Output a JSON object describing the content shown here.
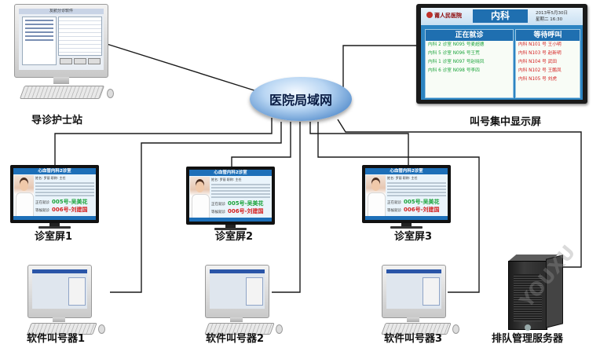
{
  "hub": {
    "label": "医院局域网"
  },
  "nurse_station": {
    "label": "导诊护士站",
    "window_title": "友航分诊软件"
  },
  "big_display": {
    "label": "叫号集中显示屏",
    "hospital": "莆人民医院",
    "department": "内科",
    "date": "2013年5月30日",
    "weekday_time": "星期二 16:30",
    "left_header": "正在就诊",
    "right_header": "等待呼叫",
    "serving": [
      "内科 2 诊室 N095 号麦超德",
      "内科 5 诊室 N096 号王荒",
      "内科 1 诊室 N097 号赵晓凤",
      "内科 6 诊室 N098 号李四"
    ],
    "waiting": [
      "内科 N101 号   王小明",
      "内科 N103 号   赵新明",
      "内科 N104 号   武田",
      "内科 N102 号   王鹏凤",
      "内科 N105 号   刘虎"
    ]
  },
  "clinic_screens": [
    {
      "label": "诊室屏1",
      "title": "心血管内科2诊室",
      "doctor_line": "姓名: 罗丽    职称: 主任",
      "now_prefix": "正在就诊",
      "now": "005号-吴美花",
      "wait_prefix": "等候就诊",
      "wait": "006号-刘建国"
    },
    {
      "label": "诊室屏2",
      "title": "心血管内科2诊室",
      "doctor_line": "姓名: 罗丽    职称: 主任",
      "now_prefix": "正在就诊",
      "now": "005号-吴美花",
      "wait_prefix": "等候就诊",
      "wait": "006号-刘建国"
    },
    {
      "label": "诊室屏3",
      "title": "心血管内科2诊室",
      "doctor_line": "姓名: 罗丽    职称: 主任",
      "now_prefix": "正在就诊",
      "now": "005号-吴美花",
      "wait_prefix": "等候就诊",
      "wait": "006号-刘建国"
    }
  ],
  "callers": [
    {
      "label": "软件叫号器1"
    },
    {
      "label": "软件叫号器2"
    },
    {
      "label": "软件叫号器3"
    }
  ],
  "server": {
    "label": "排队管理服务器"
  },
  "watermark": "YOUXU",
  "colors": {
    "wire": "#1a1a1a",
    "hub_blue": "#5d93cf",
    "display_blue": "#1f6fb0",
    "serving_green": "#1aa33a",
    "waiting_red": "#d42020"
  }
}
